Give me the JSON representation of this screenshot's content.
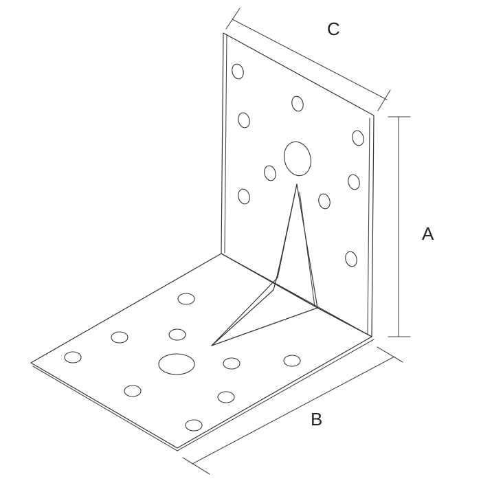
{
  "diagram": {
    "labels": {
      "a": "A",
      "b": "B",
      "c": "C"
    },
    "colors": {
      "line": "#333333",
      "background": "#ffffff"
    }
  }
}
